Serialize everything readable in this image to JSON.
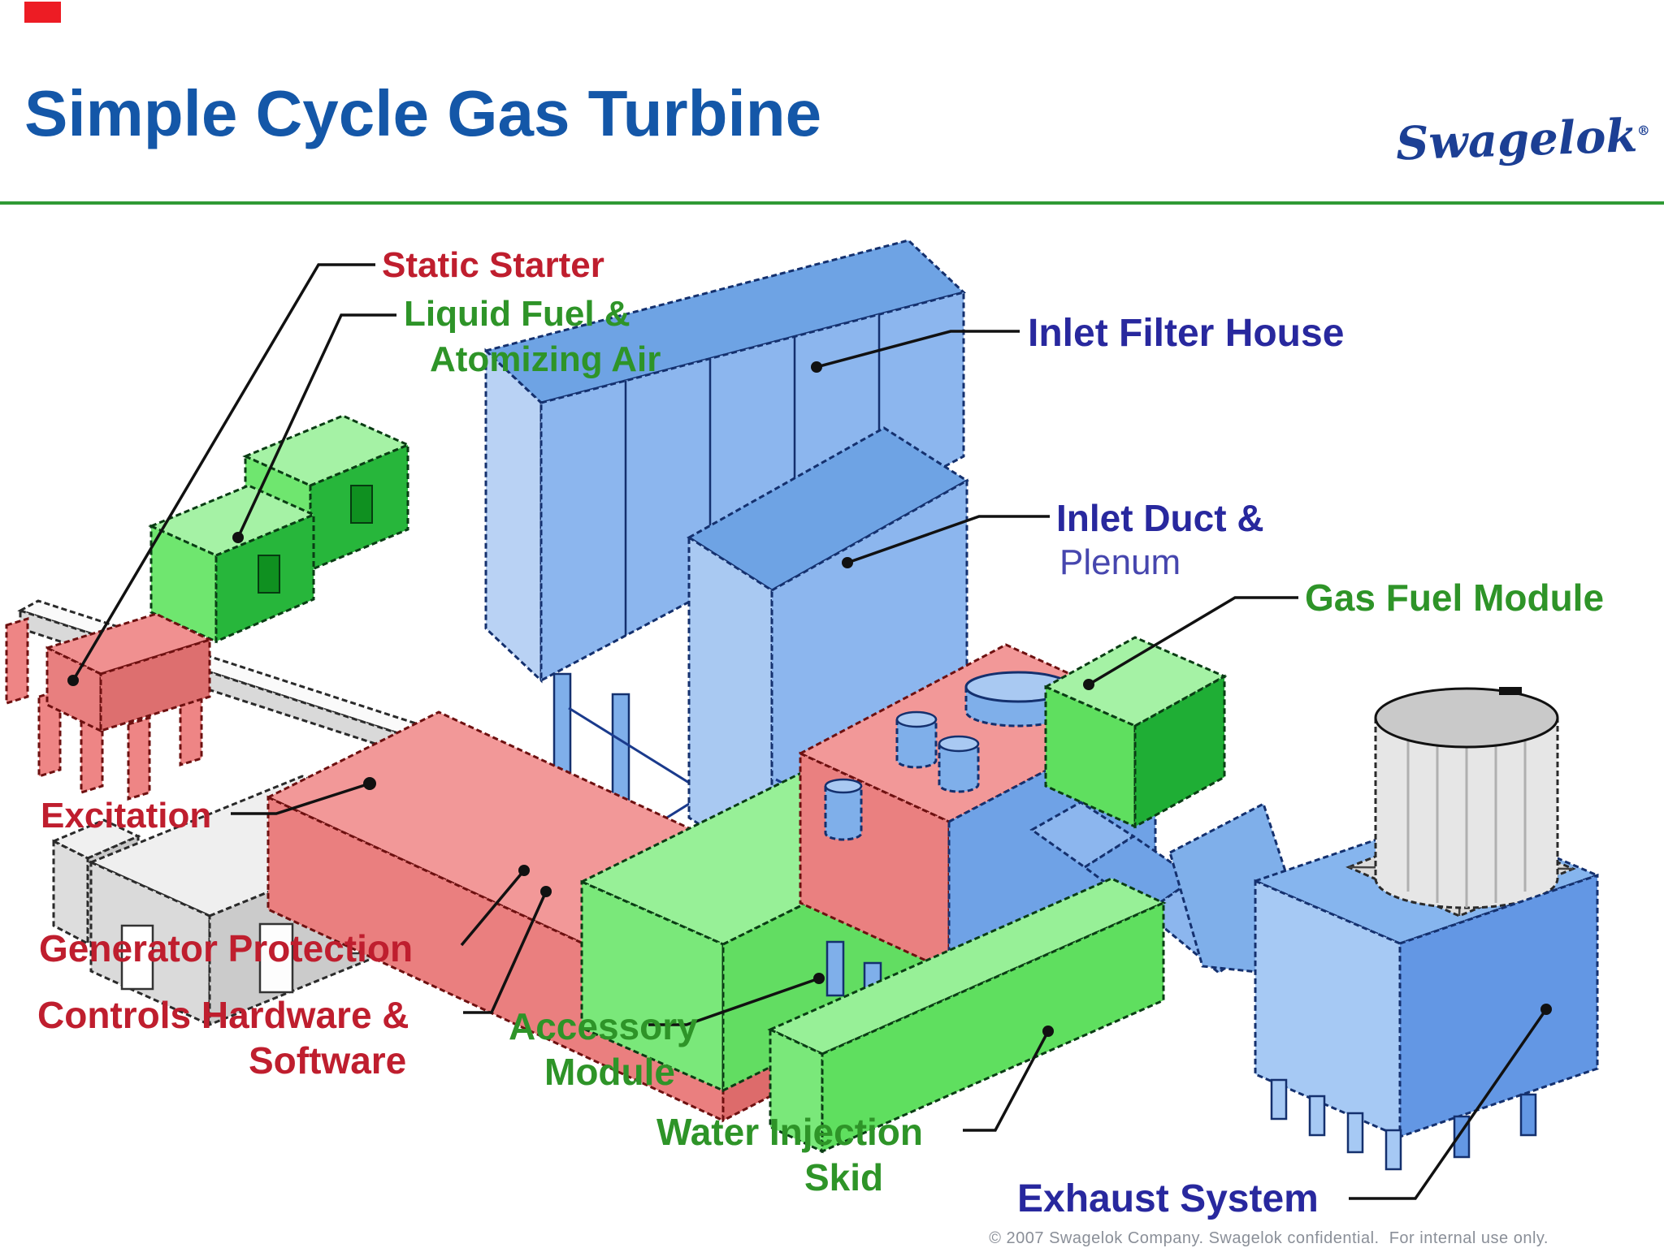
{
  "header": {
    "title": "Simple Cycle Gas Turbine",
    "logo_text": "Swagelok",
    "logo_mark": "®"
  },
  "footer": {
    "copyright": "© 2007 Swagelok Company. Swagelok confidential.  For internal use only."
  },
  "colors": {
    "title_blue": "#1457a8",
    "rule_green": "#2f9a35",
    "corner_red": "#ed1c24",
    "logo_navy": "#1c3f94",
    "label_red": "#bf1e2e",
    "label_green": "#2e9428",
    "label_navy": "#28289e",
    "footer_gray": "#8a8f98"
  },
  "diagram": {
    "description": "Isometric exploded view of a simple cycle gas turbine package",
    "labels": [
      {
        "id": "static-starter",
        "text": "Static Starter",
        "color": "red"
      },
      {
        "id": "liquid-fuel-line1",
        "text": "Liquid Fuel &",
        "color": "green"
      },
      {
        "id": "liquid-fuel-line2",
        "text": "Atomizing Air",
        "color": "green"
      },
      {
        "id": "inlet-filter-house",
        "text": "Inlet Filter House",
        "color": "navy"
      },
      {
        "id": "inlet-duct-line1",
        "text": "Inlet Duct &",
        "color": "navy"
      },
      {
        "id": "inlet-duct-line2",
        "text": "Plenum",
        "color": "navy"
      },
      {
        "id": "gas-fuel-module",
        "text": "Gas Fuel Module",
        "color": "green"
      },
      {
        "id": "excitation",
        "text": "Excitation",
        "color": "red"
      },
      {
        "id": "generator-protection",
        "text": "Generator Protection",
        "color": "red"
      },
      {
        "id": "controls-line1",
        "text": "Controls Hardware &",
        "color": "red"
      },
      {
        "id": "controls-line2",
        "text": "Software",
        "color": "red"
      },
      {
        "id": "accessory-line1",
        "text": "Accessory",
        "color": "green"
      },
      {
        "id": "accessory-line2",
        "text": "Module",
        "color": "green"
      },
      {
        "id": "water-line1",
        "text": "Water Injection",
        "color": "green"
      },
      {
        "id": "water-line2",
        "text": "Skid",
        "color": "green"
      },
      {
        "id": "exhaust-system",
        "text": "Exhaust System",
        "color": "navy"
      }
    ]
  }
}
